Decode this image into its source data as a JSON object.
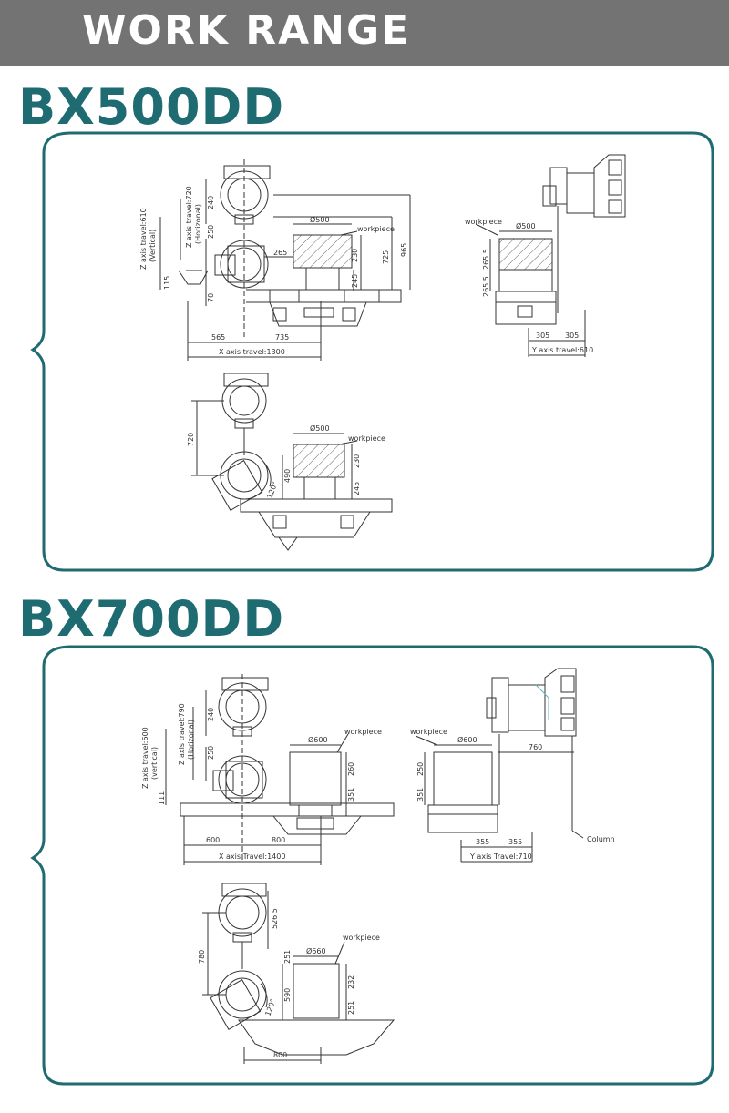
{
  "header": {
    "title": "WORK RANGE",
    "background": "#737373"
  },
  "colors": {
    "accent": "#1f6b72",
    "line": "#333333"
  },
  "bx500": {
    "model": "BX500DD",
    "front": {
      "z_travel_vertical": "Z axis travel:610",
      "z_vertical_note": "(Vertical)",
      "z_travel_horizontal": "Z axis travel:720",
      "z_horizontal_note": "(Horizonal)",
      "d240": "240",
      "d250": "250",
      "d265": "265",
      "d115": "115",
      "d70": "70",
      "d230": "230",
      "d245": "245",
      "d725": "725",
      "d965": "965",
      "diameter": "Ø500",
      "workpiece": "workpiece",
      "d565": "565",
      "d735": "735",
      "x_travel": "X axis travel:1300"
    },
    "side": {
      "workpiece": "workpiece",
      "diameter": "Ø500",
      "d2655a": "265.5",
      "d2655b": "265.5",
      "d305a": "305",
      "d305b": "305",
      "y_travel": "Y axis travel:610"
    },
    "tilt": {
      "d720": "720",
      "diameter": "Ø500",
      "workpiece": "workpiece",
      "d230": "230",
      "d245": "245",
      "d490": "490",
      "angle": "120°"
    }
  },
  "bx700": {
    "model": "BX700DD",
    "front": {
      "z_travel_vertical": "Z axis travel:600",
      "z_vertical_note": "(vertical)",
      "z_travel_horizontal": "Z axis travel:790",
      "z_horizontal_note": "(Horizonal)",
      "d240": "240",
      "d250": "250",
      "d111": "111",
      "d260": "260",
      "d351": "351",
      "diameter": "Ø600",
      "workpiece": "workpiece",
      "d600": "600",
      "d800": "800",
      "x_travel": "X axis Travel:1400"
    },
    "side": {
      "workpiece": "workpiece",
      "diameter": "Ø600",
      "d250": "250",
      "d351": "351",
      "d760": "760",
      "d355a": "355",
      "d355b": "355",
      "y_travel": "Y axis Travel:710",
      "column": "Column"
    },
    "tilt": {
      "d5265": "526.5",
      "d780": "780",
      "diameter": "Ø660",
      "workpiece": "workpiece",
      "d251a": "251",
      "d232": "232",
      "d251b": "251",
      "d590": "590",
      "angle": "120°",
      "d800": "800"
    }
  }
}
